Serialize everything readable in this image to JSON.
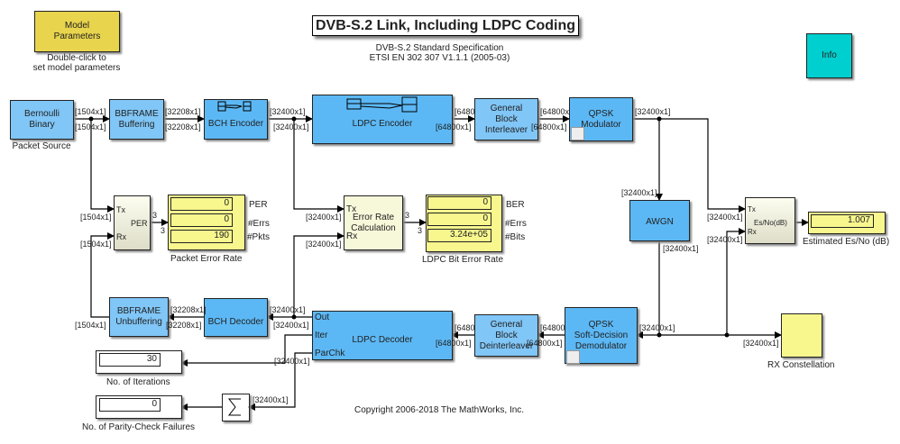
{
  "title": "DVB-S.2 Link, Including LDPC Coding",
  "subtitle": [
    "DVB-S.2 Standard Specification",
    "ETSI EN 302 307 V1.1.1 (2005-03)"
  ],
  "model_params": {
    "label": [
      "Model",
      "Parameters"
    ],
    "caption": [
      "Double-click to",
      "set model parameters"
    ]
  },
  "info": "Info",
  "blocks": {
    "bernoulli": [
      "Bernoulli",
      "Binary"
    ],
    "bernoulli_caption": "Packet Source",
    "bbframe_buf": [
      "BBFRAME",
      "Buffering"
    ],
    "bch_enc": "BCH Encoder",
    "ldpc_enc": "LDPC Encoder",
    "interleaver": [
      "General",
      "Block",
      "Interleaver"
    ],
    "qpsk_mod": [
      "QPSK",
      "Modulator"
    ],
    "awgn": "AWGN",
    "qpsk_demod": [
      "QPSK",
      "Soft-Decision",
      "Demodulator"
    ],
    "deinterleaver": [
      "General",
      "Block",
      "Deinterleaver"
    ],
    "ldpc_dec": "LDPC Decoder",
    "ldpc_dec_ports": [
      "Out",
      "Iter",
      "ParChk"
    ],
    "bch_dec": "BCH Decoder",
    "bbframe_unbuf": [
      "BBFRAME",
      "Unbuffering"
    ],
    "per_calc": {
      "tx": "Tx",
      "rx": "Rx",
      "out": "PER"
    },
    "err_calc": {
      "tx": "Tx",
      "rx": "Rx",
      "label": [
        "Error Rate",
        "Calculation"
      ]
    },
    "esno_calc": {
      "tx": "Tx",
      "rx": "Rx",
      "out": "Es/No(dB)"
    },
    "rx_constellation": "RX Constellation",
    "sum_icon": "sum-icon"
  },
  "displays": {
    "packet": {
      "values": [
        "0",
        "0",
        "190"
      ],
      "labels": [
        "PER",
        "#Errs",
        "#Pkts"
      ],
      "caption": "Packet Error Rate"
    },
    "ber": {
      "values": [
        "0",
        "0",
        "3.24e+05"
      ],
      "labels": [
        "BER",
        "#Errs",
        "#Bits"
      ],
      "caption": "LDPC Bit Error Rate"
    },
    "esno": {
      "value": "1.007",
      "caption": "Estimated Es/No (dB)"
    },
    "iterations": {
      "value": "30",
      "caption": "No. of Iterations"
    },
    "parity": {
      "value": "0",
      "caption": "No. of Parity-Check Failures"
    }
  },
  "signals": [
    "[1504x1]",
    "[1504x1]",
    "[32208x1]",
    "[32208x1]",
    "[32400x1]",
    "[32400x1]",
    "[6480",
    "[64800x1]",
    "[64800x",
    "[64800x1]",
    "[32400x1]",
    "[1504x1]",
    "[1504x1]",
    "3",
    "3",
    "[32400x1]",
    "[32400x1]",
    "3",
    "3",
    "[32400x1]",
    "[32400x1]",
    "[32400x1]",
    "[32400x1]",
    "[32400x1]",
    "[32400x1]",
    "[6480",
    "[64800x1]",
    "[64800",
    "[64800x1]",
    "[32400x1]",
    "[32400x1]",
    "[32208x1]",
    "[32208x1]",
    "[1504x1]",
    "[32400x1]",
    "[32400x1]"
  ],
  "copyright": "Copyright 2006-2018 The MathWorks, Inc.",
  "colors": {
    "block_blue": "#5cb8f5",
    "display_yellow": "#f8f78e",
    "model_params": "#e8d44d",
    "info": "#00cfcf"
  }
}
